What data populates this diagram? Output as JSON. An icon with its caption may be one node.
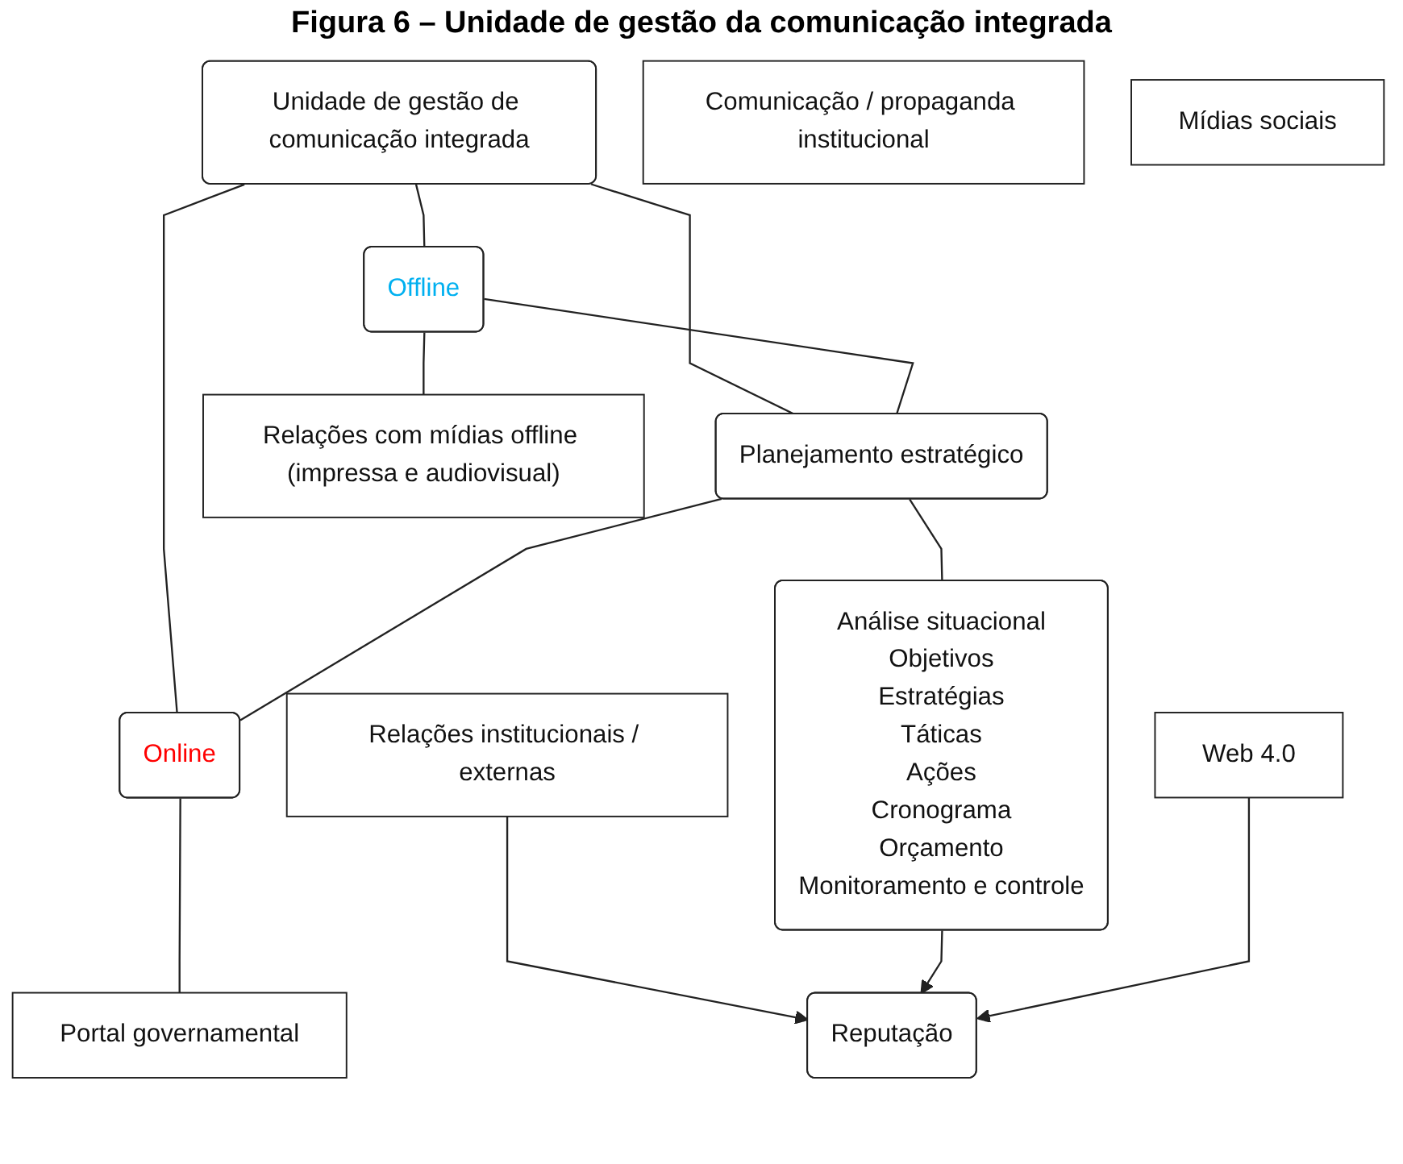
{
  "diagram": {
    "title": "Figura 6 – Unidade de gestão da comunicação integrada",
    "nodes": [
      {
        "text": [
          "Unidade de gestão de comunicação integrada"
        ]
      },
      {
        "text": [
          "Offline"
        ]
      },
      {
        "text": [
          "Planejamento estratégico"
        ]
      },
      {
        "text": [
          "Online"
        ]
      },
      {
        "text": [
          "Relações com mídias offline (impressa e audiovisual)"
        ]
      },
      {
        "text": [
          "Comunicação / propaganda institucional"
        ]
      },
      {
        "text": [
          "Relações institucionais / externas"
        ]
      },
      {
        "text": [
          "Análise situacional",
          "Objetivos",
          "Estratégias",
          "Táticas",
          "Ações",
          "Cronograma",
          "Orçamento",
          "Monitoramento e controle"
        ]
      },
      {
        "text": [
          "Portal governamental"
        ]
      },
      {
        "text": [
          "Mídias sociais"
        ]
      },
      {
        "text": [
          "Web 4.0"
        ]
      },
      {
        "text": [
          "Reputação"
        ]
      }
    ],
    "edges": [
      {
        "from": 0,
        "to": 1,
        "arrow": "none"
      },
      {
        "from": 0,
        "to": 2,
        "arrow": "none"
      },
      {
        "from": 0,
        "to": 3,
        "arrow": "none"
      },
      {
        "from": 1,
        "to": 2,
        "arrow": "none"
      },
      {
        "from": 2,
        "to": 3,
        "arrow": "none"
      },
      {
        "from": 1,
        "to": 4,
        "arrow": "none"
      },
      {
        "from": 2,
        "to": 7,
        "arrow": "none"
      },
      {
        "from": 3,
        "to": 8,
        "arrow": "none"
      },
      {
        "from": 6,
        "to": 11,
        "arrow": "to"
      },
      {
        "from": 7,
        "to": 11,
        "arrow": "to"
      },
      {
        "from": 10,
        "to": 11,
        "arrow": "to"
      }
    ]
  }
}
